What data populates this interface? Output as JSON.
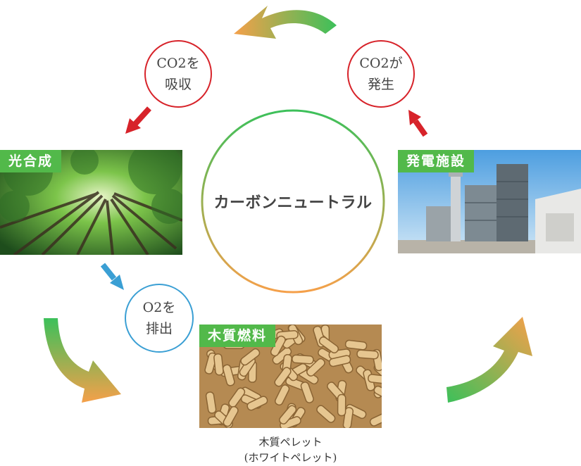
{
  "center": {
    "label": "カーボンニュートラル"
  },
  "bubbles": {
    "absorb": {
      "line1": "CO2を",
      "line2": "吸収"
    },
    "emit": {
      "line1": "CO2が",
      "line2": "発生"
    },
    "oxygen": {
      "line1": "O2を",
      "line2": "排出"
    }
  },
  "stages": {
    "photosynthesis": {
      "tag": "光合成",
      "image": "forest-canopy-photo"
    },
    "power_plant": {
      "tag": "発電施設",
      "image": "biomass-power-plant-photo"
    },
    "wood_fuel": {
      "tag": "木質燃料",
      "image": "wood-pellets-photo"
    }
  },
  "caption": {
    "line1": "木質ペレット",
    "line2": "(ホワイトペレット)"
  },
  "colors": {
    "green": "#52b94a",
    "orange": "#f5a04a",
    "red": "#d7232a",
    "blue": "#3a9fd4"
  }
}
